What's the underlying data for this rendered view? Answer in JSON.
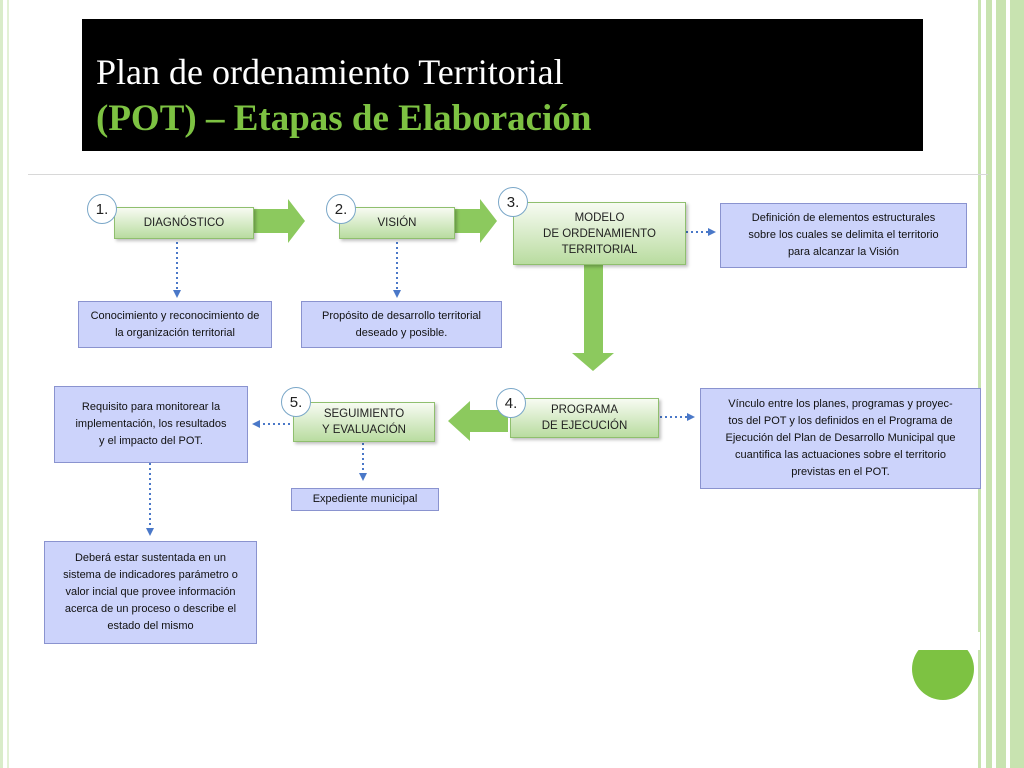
{
  "slide": {
    "title_line1": "Plan de ordenamiento Territorial",
    "title_line2": "(POT) – Etapas de Elaboración"
  },
  "diagram": {
    "stages": [
      {
        "number": "1.",
        "label": "DIAGNÓSTICO"
      },
      {
        "number": "2.",
        "label": "VISIÓN"
      },
      {
        "number": "3.",
        "label": "MODELO\nDE ORDENAMIENTO\nTERRITORIAL"
      },
      {
        "number": "4.",
        "label": "PROGRAMA\nDE EJECUCIÓN"
      },
      {
        "number": "5.",
        "label": "SEGUIMIENTO\nY EVALUACIÓN"
      }
    ],
    "notes": {
      "diagnostico": "Conocimiento y reconocimiento de\nla organización territorial",
      "vision": "Propósito de desarrollo territorial\ndeseado y posible.",
      "modelo": "Definición de elementos estructurales\nsobre los cuales se delimita el territorio\npara alcanzar la Visión",
      "programa": "Vínculo entre los planes, programas y proyec-\ntos  del POT y los definidos en el Programa de\nEjecución del Plan de Desarrollo Municipal que\ncuantifica las actuaciones sobre el  territorio\nprevistas en el POT.",
      "seguimiento_left": "Requisito para monitorear la\nimplementación, los resultados\ny el impacto del POT.",
      "seguimiento_down": "Expediente municipal",
      "indicadores": "Deberá estar sustentada en un\nsistema de indicadores parámetro o\nvalor incial que provee información\nacerca de un proceso o describe el\nestado del mismo"
    }
  },
  "colors": {
    "accent_green": "#7dc242",
    "arrow_green": "#8cc95e",
    "note_blue": "#ccd3fb",
    "dotted_arrow": "#4a78c8"
  }
}
